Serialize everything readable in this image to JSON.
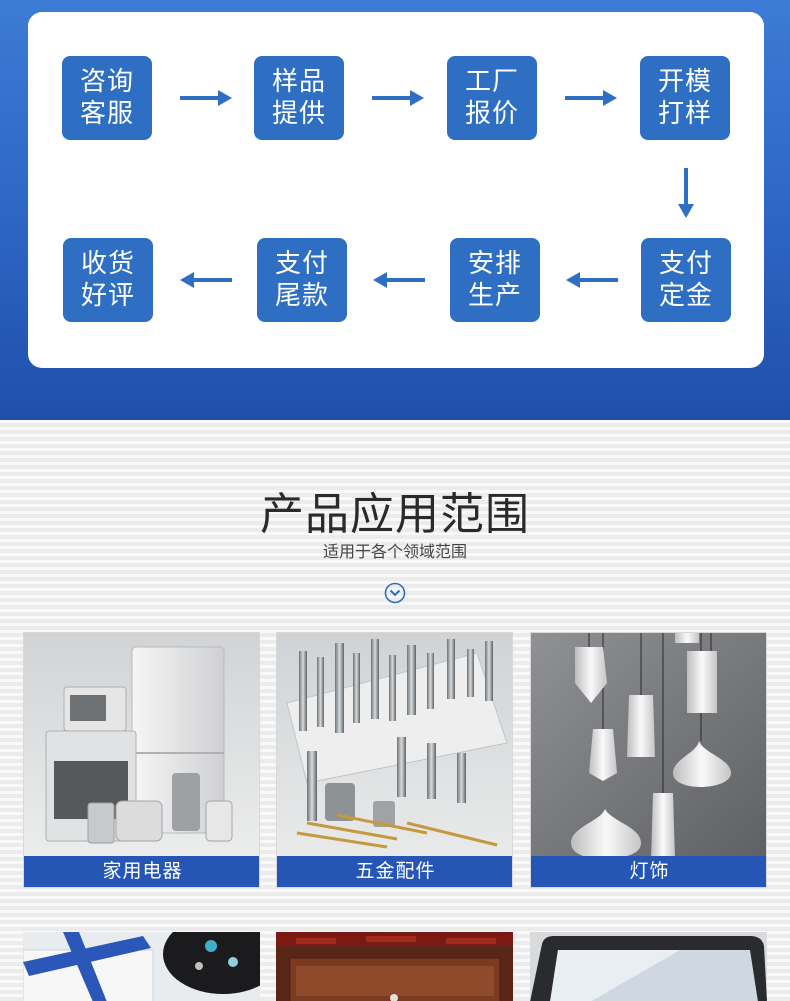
{
  "process": {
    "steps": [
      {
        "label": "咨询\n客服"
      },
      {
        "label": "样品\n提供"
      },
      {
        "label": "工厂\n报价"
      },
      {
        "label": "开模\n打样"
      },
      {
        "label": "支付\n定金"
      },
      {
        "label": "安排\n生产"
      },
      {
        "label": "支付\n尾款"
      },
      {
        "label": "收货\n好评"
      }
    ]
  },
  "applications": {
    "title": "产品应用范围",
    "subtitle": "适用于各个领域范围",
    "items": [
      {
        "caption": "家用电器",
        "image": "home-appliances-image"
      },
      {
        "caption": "五金配件",
        "image": "hardware-parts-image"
      },
      {
        "caption": "灯饰",
        "image": "pendant-lamps-image"
      }
    ],
    "partial_items": [
      {
        "image": "jewelry-gift-box-image"
      },
      {
        "image": "wooden-furniture-image"
      },
      {
        "image": "laptop-image"
      }
    ]
  },
  "colors": {
    "banner_blue": "#2d64c3",
    "step_blue": "#2e6fc3",
    "caption_blue": "#2556b5",
    "arrow_blue": "#2e6fc3"
  }
}
